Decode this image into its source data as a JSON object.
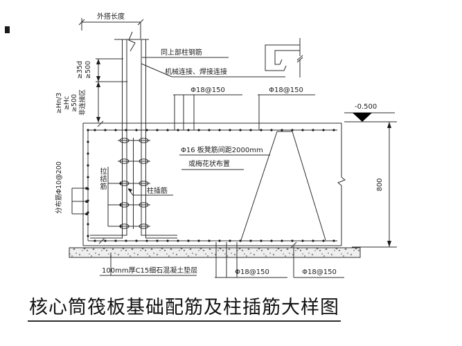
{
  "title": "核心筒筏板基础配筋及柱插筋大样图",
  "dimensions": {
    "top_overlap": "外搭长度",
    "ge_35d": "≥35d",
    "ge_500_upper": "≥500",
    "ge_hn3": "≥Hn/3",
    "ge_hc": "≥Hc",
    "ge_500_lower": "≥500",
    "non_splice_zone": "非连接区",
    "raft_height": "800",
    "elevation": "-0.500"
  },
  "callouts": {
    "same_as_upper_column": "同上部柱钢筋",
    "connection_type": "机械连接、焊接连接",
    "top_rebar_left": "Φ18@150",
    "top_rebar_right": "Φ18@150",
    "bench_bar_line1": "Φ16 板凳筋间距2000mm",
    "bench_bar_line2": "或梅花状布置",
    "distribution_bar": "分布筋Φ10@200",
    "tie_bar": "拉结筋",
    "column_dowel": "柱插筋",
    "blinding_layer": "100mm厚C15细石混凝土垫层",
    "bottom_rebar_left": "Φ18@150",
    "bottom_rebar_right": "Φ18@150"
  },
  "colors": {
    "line": "#2b2b2b",
    "text": "#1a1a1a",
    "blinding_fill": "#efefef"
  }
}
